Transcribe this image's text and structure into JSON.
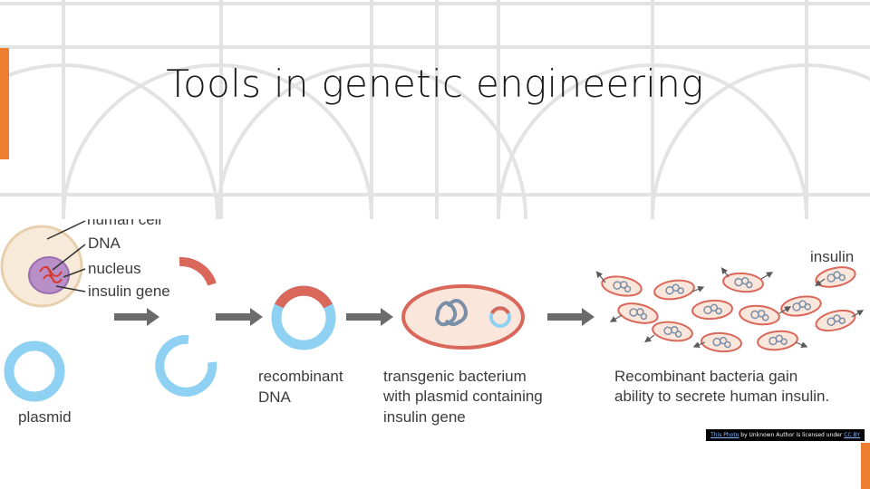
{
  "slide": {
    "title": "Tools in genetic engineering",
    "accent_color": "#ed7d31",
    "grid_color": "#e3e3e3"
  },
  "figure": {
    "labels": {
      "human_cell": "human cell",
      "dna": "DNA",
      "nucleus": "nucleus",
      "insulin_gene": "insulin gene",
      "plasmid": "plasmid",
      "recombinant_dna_line1": "recombinant",
      "recombinant_dna_line2": "DNA",
      "transgenic_line1": "transgenic bacterium",
      "transgenic_line2": "with plasmid containing",
      "transgenic_line3": "insulin gene",
      "result_line1": "Recombinant bacteria gain",
      "result_line2": "ability to secrete human insulin.",
      "insulin": "insulin"
    },
    "colors": {
      "plasmid": "#8fd1f2",
      "gene": "#d9675a",
      "cell_fill": "#f7ead9",
      "nucleus_fill": "#b98fc7",
      "bacterium_fill": "#fae6db",
      "arrow": "#6b6b6b"
    }
  },
  "credit": {
    "link1": "This Photo",
    "middle": " by Unknown Author is licensed under ",
    "link2": "CC BY"
  }
}
